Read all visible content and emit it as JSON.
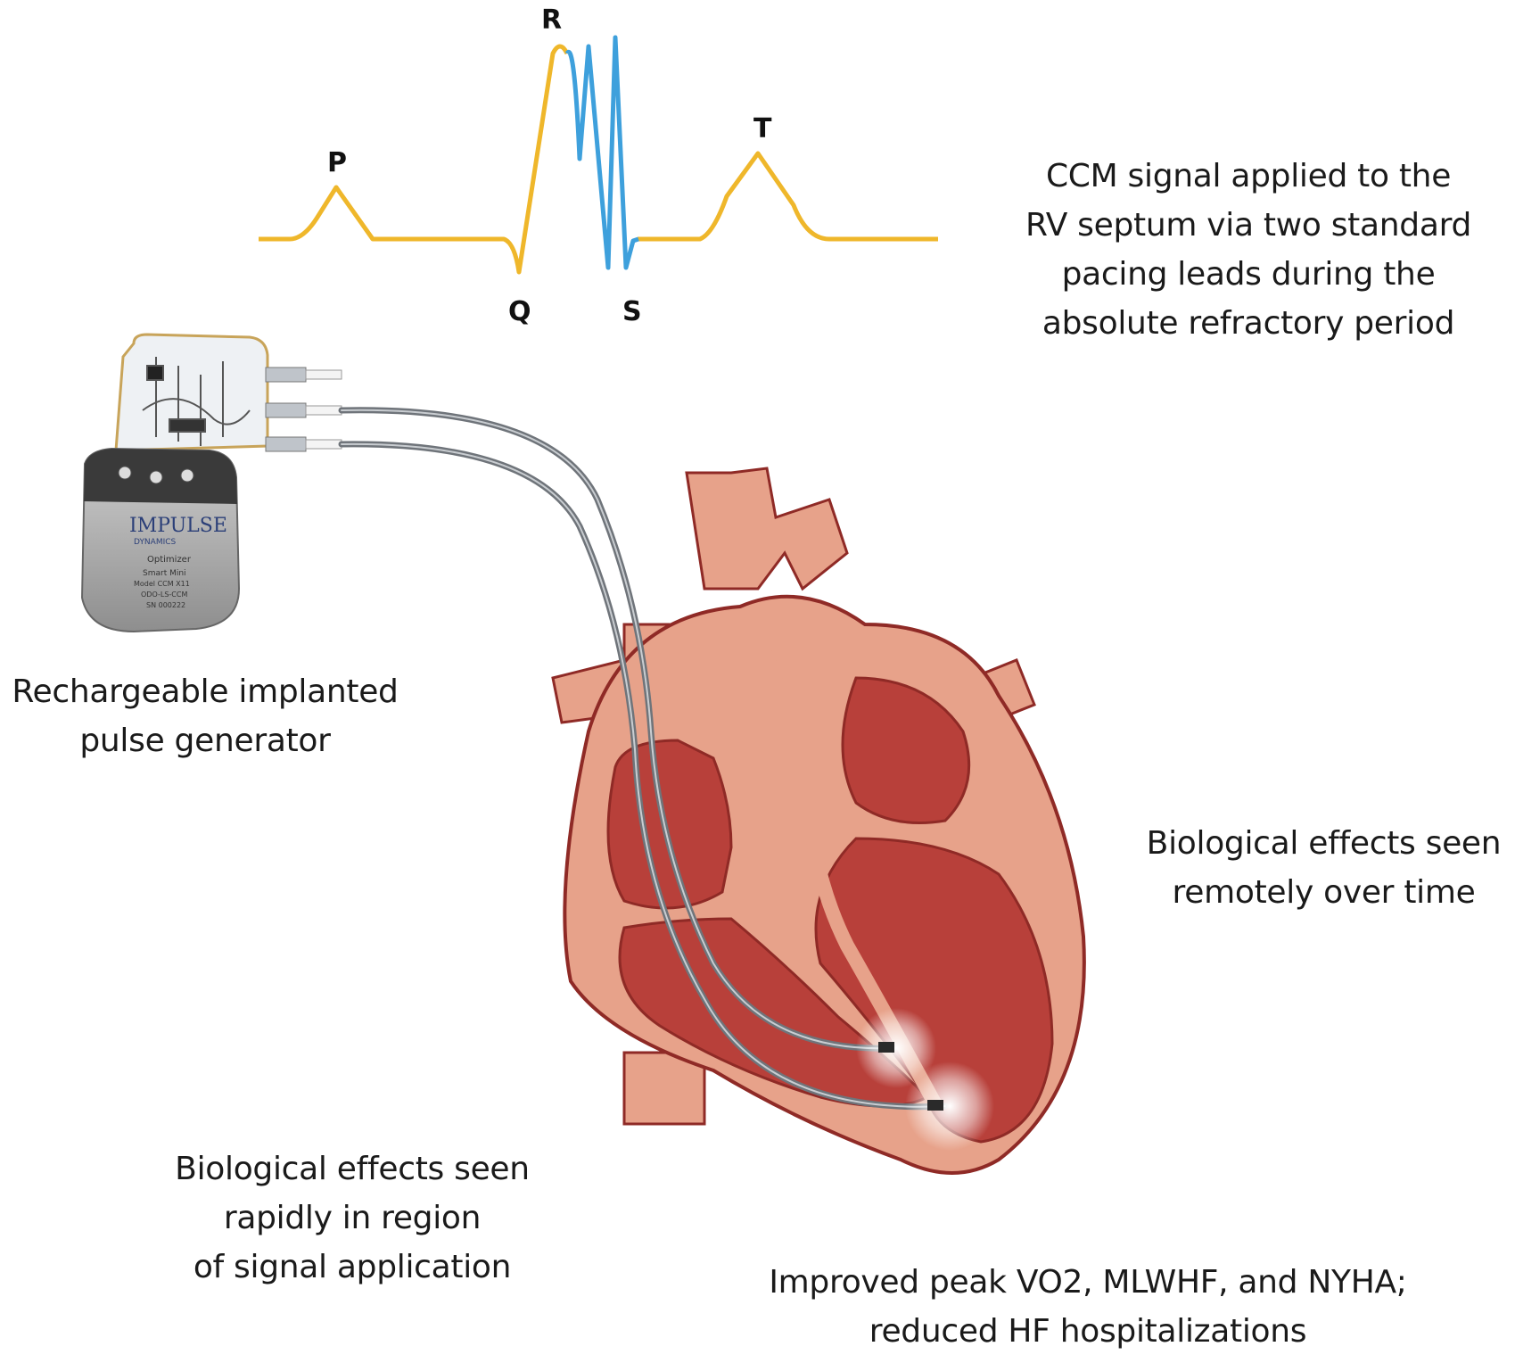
{
  "ecg": {
    "labels": {
      "p": "P",
      "q": "Q",
      "r": "R",
      "s": "S",
      "t": "T"
    },
    "baseline_color": "#efb72b",
    "ccm_color": "#3ea0dc"
  },
  "captions": {
    "ccm_signal": [
      "CCM signal applied to the",
      "RV septum via two standard",
      "pacing leads during the",
      "absolute refractory period"
    ],
    "generator": [
      "Rechargeable implanted",
      "pulse generator"
    ],
    "remote_effects": [
      "Biological effects seen",
      "remotely over time"
    ],
    "local_effects": [
      "Biological effects seen",
      "rapidly in region",
      "of signal application"
    ],
    "outcomes": [
      "Improved peak VO2, MLWHF, and NYHA;",
      "reduced HF hospitalizations"
    ]
  },
  "device": {
    "brand": "IMPULSE",
    "brand_sub": "DYNAMICS",
    "product": "Optimizer",
    "model_lines": [
      "Smart Mini",
      "Model CCM X11",
      "ODO-LS-CCM",
      "SN 000222"
    ]
  },
  "colors": {
    "heart_outer": "#e7a28a",
    "heart_inner": "#b8403a",
    "heart_dark": "#8f2a26",
    "lead": "#8a8f95"
  }
}
